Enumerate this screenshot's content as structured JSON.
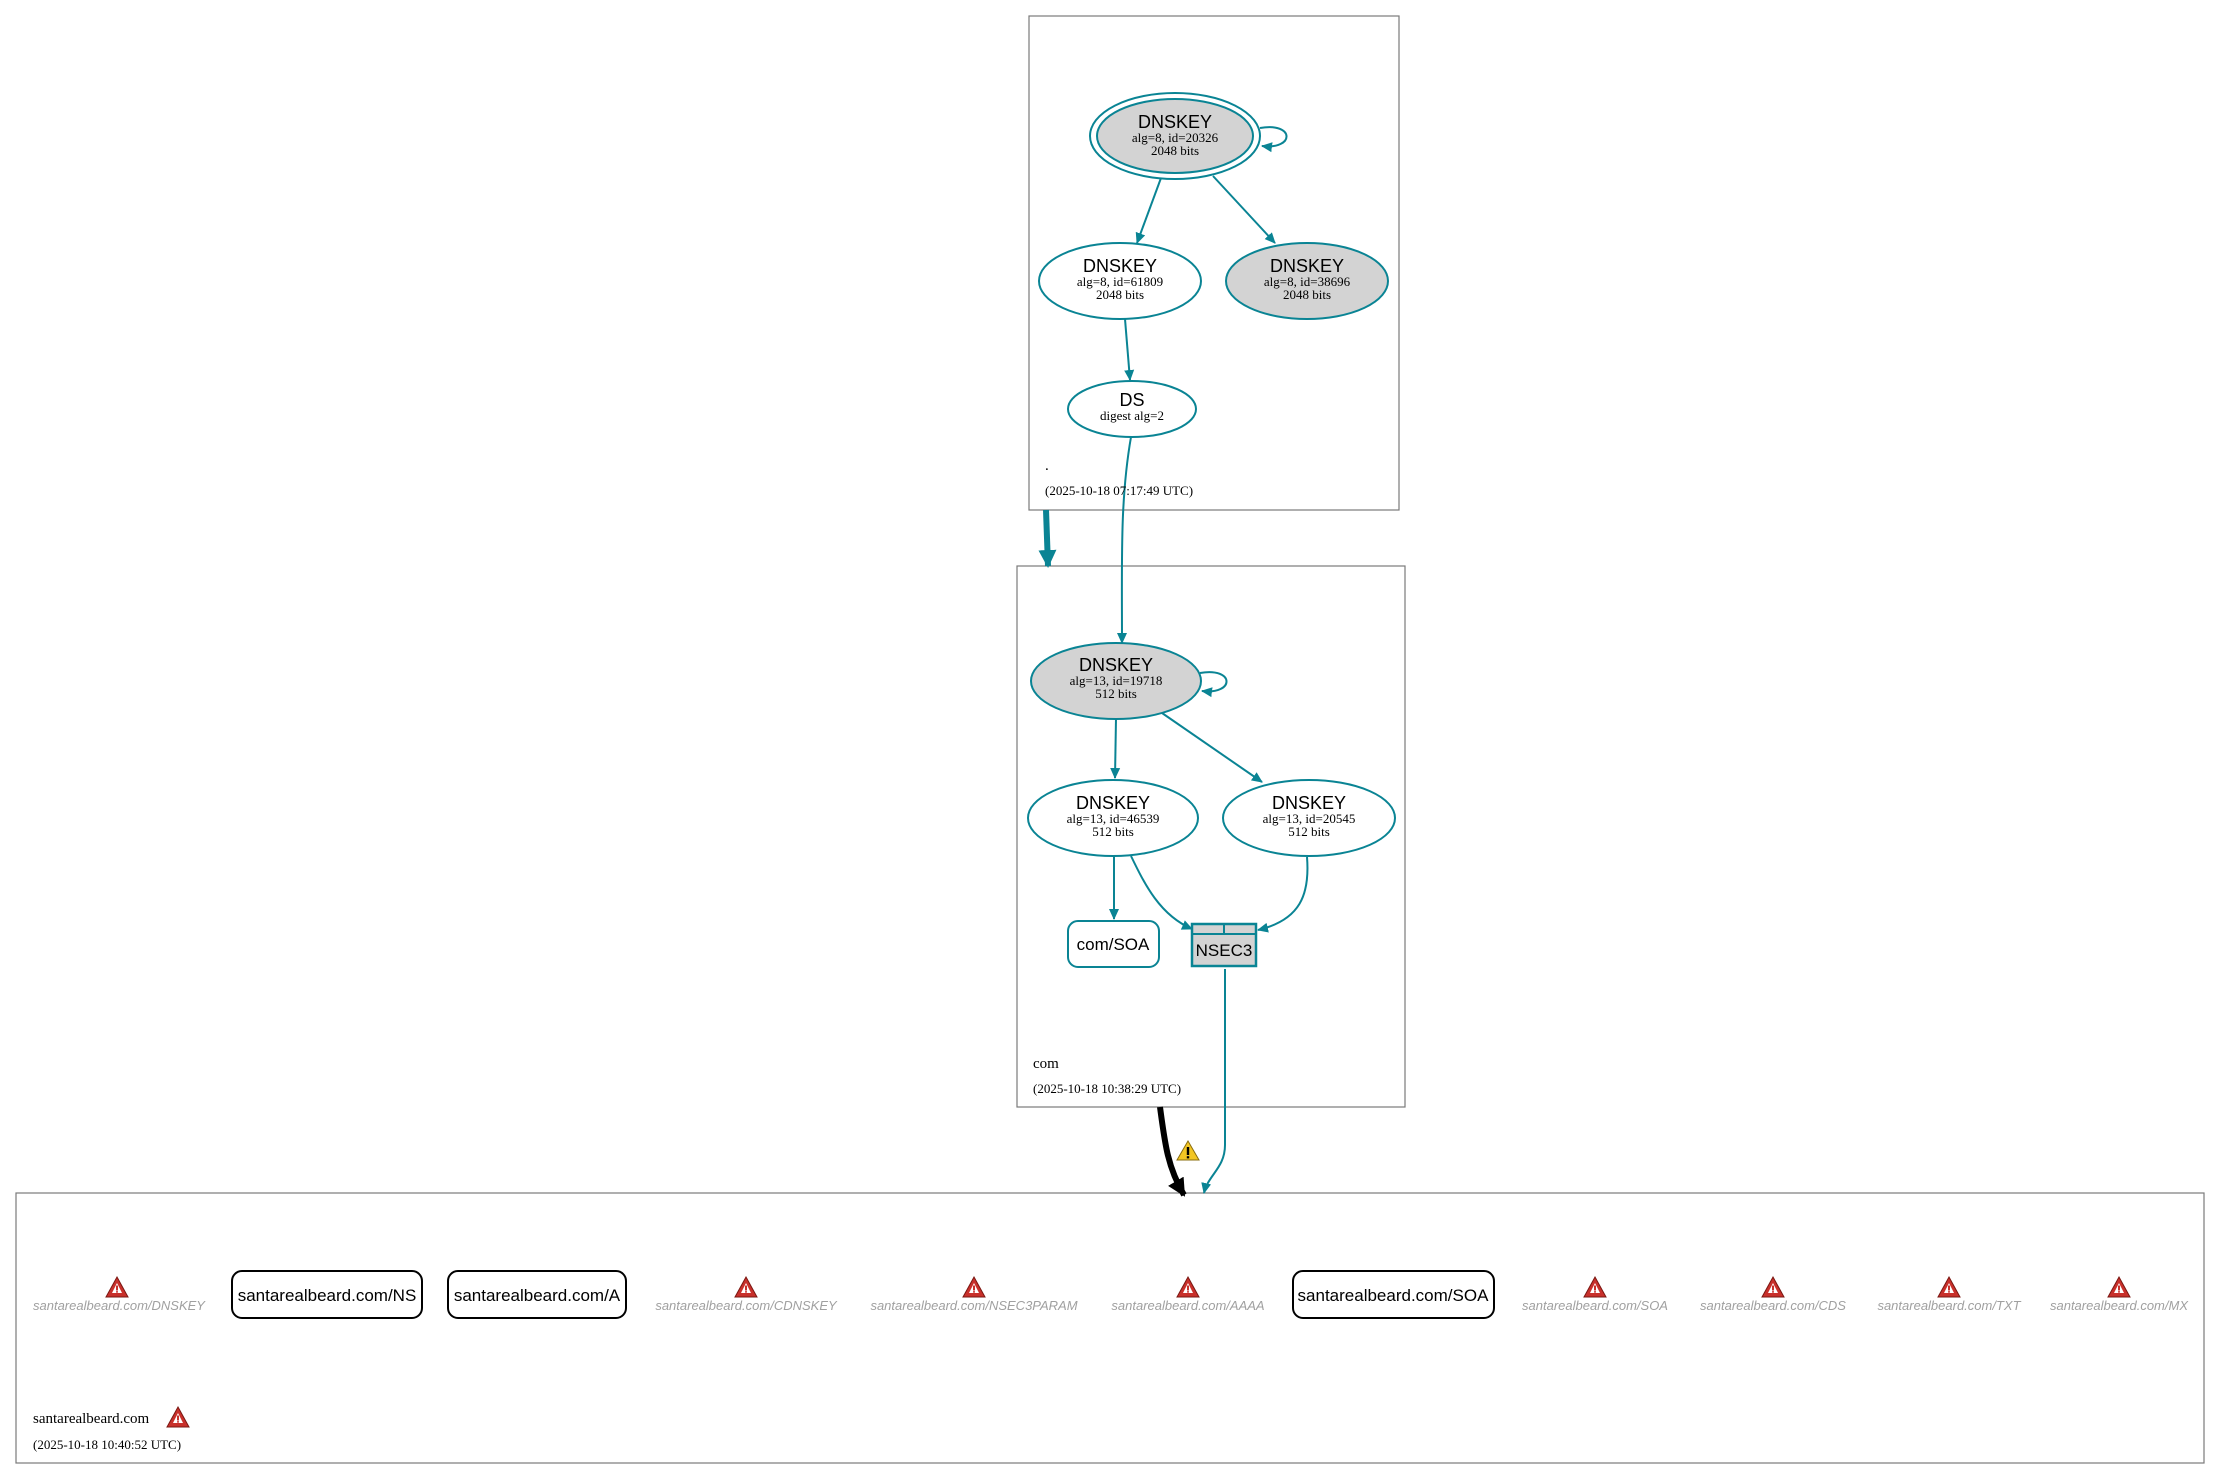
{
  "colors": {
    "edge": "#0a8494",
    "node_fill_gray": "#d3d3d3",
    "zone_border": "#7a7a7a",
    "warning_red": "#c8302b",
    "warning_yellow": "#f3c623",
    "missing_text": "#a0a0a0"
  },
  "zones": {
    "root": {
      "name": ".",
      "timestamp": "(2025-10-18 07:17:49 UTC)"
    },
    "com": {
      "name": "com",
      "timestamp": "(2025-10-18 10:38:29 UTC)"
    },
    "domain": {
      "name": "santarealbeard.com",
      "timestamp": "(2025-10-18 10:40:52 UTC)",
      "icon": "warning-icon"
    }
  },
  "nodes": {
    "root_ksk": {
      "title": "DNSKEY",
      "line1": "alg=8, id=20326",
      "line2": "2048 bits"
    },
    "root_zsk": {
      "title": "DNSKEY",
      "line1": "alg=8, id=61809",
      "line2": "2048 bits"
    },
    "root_key3": {
      "title": "DNSKEY",
      "line1": "alg=8, id=38696",
      "line2": "2048 bits"
    },
    "root_ds": {
      "title": "DS",
      "line1": "digest alg=2"
    },
    "com_ksk": {
      "title": "DNSKEY",
      "line1": "alg=13, id=19718",
      "line2": "512 bits"
    },
    "com_zsk1": {
      "title": "DNSKEY",
      "line1": "alg=13, id=46539",
      "line2": "512 bits"
    },
    "com_zsk2": {
      "title": "DNSKEY",
      "line1": "alg=13, id=20545",
      "line2": "512 bits"
    },
    "com_soa": {
      "label": "com/SOA"
    },
    "com_nsec3": {
      "label": "NSEC3"
    }
  },
  "domain_records": {
    "ns": "santarealbeard.com/NS",
    "a": "santarealbeard.com/A",
    "soa": "santarealbeard.com/SOA"
  },
  "missing_records": {
    "dnskey": "santarealbeard.com/DNSKEY",
    "cdnskey": "santarealbeard.com/CDNSKEY",
    "nsec3param": "santarealbeard.com/NSEC3PARAM",
    "aaaa": "santarealbeard.com/AAAA",
    "soa": "santarealbeard.com/SOA",
    "cds": "santarealbeard.com/CDS",
    "txt": "santarealbeard.com/TXT",
    "mx": "santarealbeard.com/MX"
  }
}
